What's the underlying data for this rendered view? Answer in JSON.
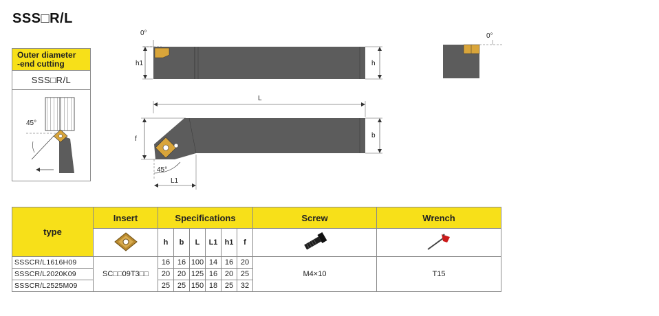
{
  "title": "SSS□R/L",
  "infobox": {
    "header": [
      "Outer diameter",
      "-end cutting"
    ],
    "code": "SSS□R/L",
    "angle": "45°"
  },
  "drawing": {
    "top_view": {
      "angle": "0°",
      "h1": "h1",
      "h": "h"
    },
    "end_view": {
      "angle": "0°"
    },
    "side_view": {
      "L": "L",
      "f": "f",
      "b": "b",
      "angle": "45°",
      "L1": "L1"
    }
  },
  "table": {
    "headers": {
      "type": "type",
      "insert": "Insert",
      "specifications": "Specifications",
      "screw": "Screw",
      "wrench": "Wrench"
    },
    "spec_columns": [
      "h",
      "b",
      "L",
      "L1",
      "h1",
      "f"
    ],
    "insert_code": "SC□□09T3□□",
    "screw_value": "M4×10",
    "wrench_value": "T15",
    "rows": [
      {
        "type": "SSSCR/L1616H09",
        "specs": [
          "16",
          "16",
          "100",
          "14",
          "16",
          "20"
        ]
      },
      {
        "type": "SSSCR/L2020K09",
        "specs": [
          "20",
          "20",
          "125",
          "16",
          "20",
          "25"
        ]
      },
      {
        "type": "SSSCR/L2525M09",
        "specs": [
          "25",
          "25",
          "150",
          "18",
          "25",
          "32"
        ]
      }
    ]
  },
  "colors": {
    "header_yellow": "#f7e019",
    "tool_body": "#5c5c5c",
    "insert_gold": "#d9a53a"
  }
}
